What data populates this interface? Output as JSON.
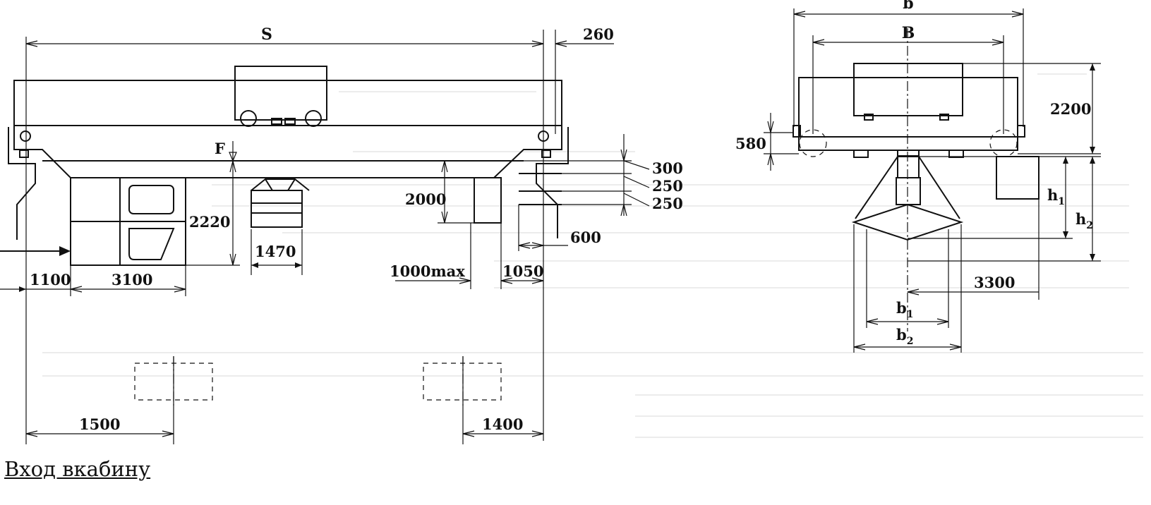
{
  "front_view": {
    "span_S": "S",
    "dim_260": "260",
    "deflection_F": "F",
    "dim_2220": "2220",
    "dim_1470": "1470",
    "dim_2000": "2000",
    "dim_300": "300",
    "dim_250_a": "250",
    "dim_250_b": "250",
    "dim_600": "600",
    "dim_1000max": "1000max",
    "dim_1050": "1050",
    "dim_1100": "1100",
    "dim_3100": "3100",
    "dim_1500": "1500",
    "dim_1400": "1400"
  },
  "side_view": {
    "dim_b": "b",
    "dim_B": "B",
    "dim_2200": "2200",
    "dim_580": "580",
    "dim_h1": "h",
    "dim_h1_sub": "1",
    "dim_h2": "h",
    "dim_h2_sub": "2",
    "dim_3300": "3300",
    "dim_b1": "b",
    "dim_b1_sub": "1",
    "dim_b2": "b",
    "dim_b2_sub": "2"
  },
  "caption": "Вход вкабину"
}
